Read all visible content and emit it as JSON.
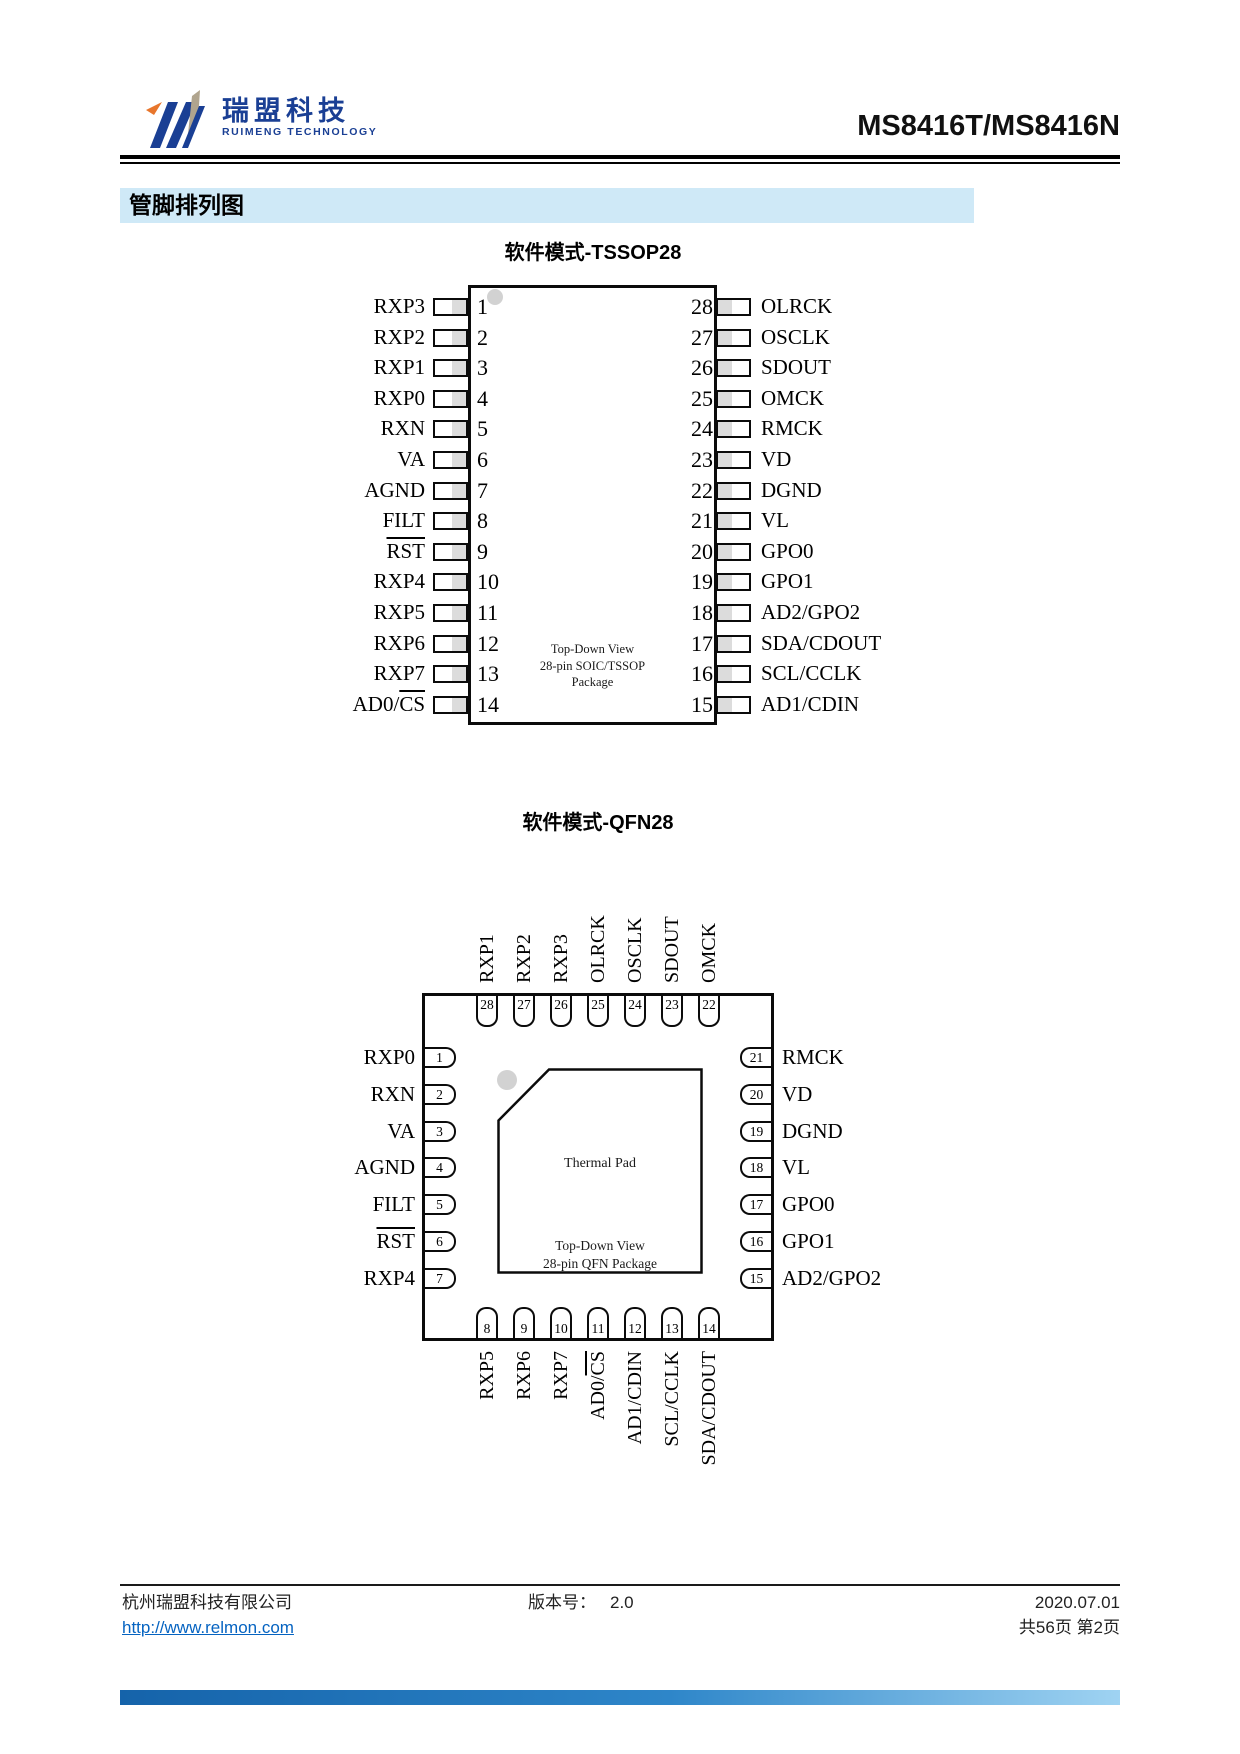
{
  "header": {
    "logo_cn": "瑞盟科技",
    "logo_en": "RUIMENG TECHNOLOGY",
    "product": "MS8416T/MS8416N",
    "brand_blue": "#1a3f94",
    "brand_orange": "#e8762c"
  },
  "section_title": "管脚排列图",
  "tssop": {
    "title": "软件模式-TSSOP28",
    "center_note": [
      "Top-Down View",
      "28-pin SOIC/TSSOP",
      "Package"
    ],
    "left_pins": [
      {
        "num": 1,
        "label": "RXP3"
      },
      {
        "num": 2,
        "label": "RXP2"
      },
      {
        "num": 3,
        "label": "RXP1"
      },
      {
        "num": 4,
        "label": "RXP0"
      },
      {
        "num": 5,
        "label": "RXN"
      },
      {
        "num": 6,
        "label": "VA"
      },
      {
        "num": 7,
        "label": "AGND"
      },
      {
        "num": 8,
        "label": "FILT"
      },
      {
        "num": 9,
        "label": "*RST*"
      },
      {
        "num": 10,
        "label": "RXP4"
      },
      {
        "num": 11,
        "label": "RXP5"
      },
      {
        "num": 12,
        "label": "RXP6"
      },
      {
        "num": 13,
        "label": "RXP7"
      },
      {
        "num": 14,
        "label": "AD0/*CS*"
      }
    ],
    "right_pins": [
      {
        "num": 28,
        "label": "OLRCK"
      },
      {
        "num": 27,
        "label": "OSCLK"
      },
      {
        "num": 26,
        "label": "SDOUT"
      },
      {
        "num": 25,
        "label": "OMCK"
      },
      {
        "num": 24,
        "label": "RMCK"
      },
      {
        "num": 23,
        "label": "VD"
      },
      {
        "num": 22,
        "label": "DGND"
      },
      {
        "num": 21,
        "label": "VL"
      },
      {
        "num": 20,
        "label": "GPO0"
      },
      {
        "num": 19,
        "label": "GPO1"
      },
      {
        "num": 18,
        "label": "AD2/GPO2"
      },
      {
        "num": 17,
        "label": "SDA/CDOUT"
      },
      {
        "num": 16,
        "label": "SCL/CCLK"
      },
      {
        "num": 15,
        "label": "AD1/CDIN"
      }
    ]
  },
  "qfn": {
    "title": "软件模式-QFN28",
    "thermal_pad_label": "Thermal Pad",
    "center_note": [
      "Top-Down View",
      "28-pin QFN Package"
    ],
    "top_pins": [
      {
        "num": 28,
        "label": "RXP1"
      },
      {
        "num": 27,
        "label": "RXP2"
      },
      {
        "num": 26,
        "label": "RXP3"
      },
      {
        "num": 25,
        "label": "OLRCK"
      },
      {
        "num": 24,
        "label": "OSCLK"
      },
      {
        "num": 23,
        "label": "SDOUT"
      },
      {
        "num": 22,
        "label": "OMCK"
      }
    ],
    "left_pins": [
      {
        "num": 1,
        "label": "RXP0"
      },
      {
        "num": 2,
        "label": "RXN"
      },
      {
        "num": 3,
        "label": "VA"
      },
      {
        "num": 4,
        "label": "AGND"
      },
      {
        "num": 5,
        "label": "FILT"
      },
      {
        "num": 6,
        "label": "*RST*"
      },
      {
        "num": 7,
        "label": "RXP4"
      }
    ],
    "right_pins": [
      {
        "num": 21,
        "label": "RMCK"
      },
      {
        "num": 20,
        "label": "VD"
      },
      {
        "num": 19,
        "label": "DGND"
      },
      {
        "num": 18,
        "label": "VL"
      },
      {
        "num": 17,
        "label": "GPO0"
      },
      {
        "num": 16,
        "label": "GPO1"
      },
      {
        "num": 15,
        "label": "AD2/GPO2"
      }
    ],
    "bottom_pins": [
      {
        "num": 8,
        "label": "RXP5"
      },
      {
        "num": 9,
        "label": "RXP6"
      },
      {
        "num": 10,
        "label": "RXP7"
      },
      {
        "num": 11,
        "label": "AD0/*CS*"
      },
      {
        "num": 12,
        "label": "AD1/CDIN"
      },
      {
        "num": 13,
        "label": "SCL/CCLK"
      },
      {
        "num": 14,
        "label": "SDA/CDOUT"
      }
    ]
  },
  "footer": {
    "company": "杭州瑞盟科技有限公司",
    "website": "http://www.relmon.com",
    "version_label": "版本号：",
    "version": "2.0",
    "date": "2020.07.01",
    "pages": "共56页 第2页"
  }
}
